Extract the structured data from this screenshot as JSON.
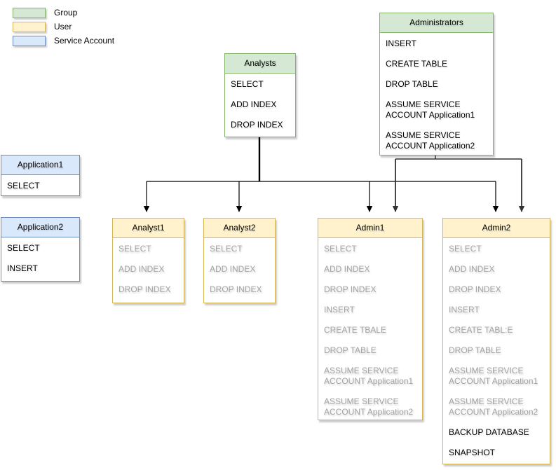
{
  "legend": {
    "items": [
      {
        "label": "Group",
        "fill": "#d5e8d4",
        "border": "#82b366"
      },
      {
        "label": "User",
        "fill": "#fff2cc",
        "border": "#d6b656"
      },
      {
        "label": "Service Account",
        "fill": "#dae8fc",
        "border": "#6c8ebf"
      }
    ]
  },
  "boxes": {
    "analysts": {
      "title": "Analysts",
      "kind": "Group",
      "items": [
        {
          "text": "SELECT"
        },
        {
          "text": "ADD INDEX"
        },
        {
          "text": "DROP INDEX"
        }
      ]
    },
    "administrators": {
      "title": "Administrators",
      "kind": "Group",
      "items": [
        {
          "text": "INSERT"
        },
        {
          "text": "CREATE TABLE"
        },
        {
          "text": "DROP TABLE"
        },
        {
          "text": "ASSUME SERVICE ACCOUNT Application1"
        },
        {
          "text": "ASSUME SERVICE ACCOUNT Application2"
        }
      ]
    },
    "application1": {
      "title": "Application1",
      "kind": "Service Account",
      "items": [
        {
          "text": "SELECT"
        }
      ]
    },
    "application2": {
      "title": "Application2",
      "kind": "Service Account",
      "items": [
        {
          "text": "SELECT"
        },
        {
          "text": "INSERT"
        }
      ]
    },
    "analyst1": {
      "title": "Analyst1",
      "kind": "User",
      "items": [
        {
          "text": "SELECT",
          "muted": true
        },
        {
          "text": "ADD INDEX",
          "muted": true
        },
        {
          "text": "DROP INDEX",
          "muted": true
        }
      ]
    },
    "analyst2": {
      "title": "Analyst2",
      "kind": "User",
      "items": [
        {
          "text": "SELECT",
          "muted": true
        },
        {
          "text": "ADD INDEX",
          "muted": true
        },
        {
          "text": "DROP INDEX",
          "muted": true
        }
      ]
    },
    "admin1": {
      "title": "Admin1",
      "kind": "User",
      "items": [
        {
          "text": "SELECT",
          "muted": true
        },
        {
          "text": "ADD INDEX",
          "muted": true
        },
        {
          "text": "DROP INDEX",
          "muted": true
        },
        {
          "text": "INSERT",
          "muted": true
        },
        {
          "text": "CREATE TBALE",
          "muted": true
        },
        {
          "text": "DROP TABLE",
          "muted": true
        },
        {
          "text": "ASSUME SERVICE ACCOUNT Application1",
          "muted": true
        },
        {
          "text": "ASSUME SERVICE ACCOUNT Application2",
          "muted": true
        }
      ]
    },
    "admin2": {
      "title": "Admin2",
      "kind": "User",
      "items": [
        {
          "text": "SELECT",
          "muted": true
        },
        {
          "text": "ADD INDEX",
          "muted": true
        },
        {
          "text": "DROP INDEX",
          "muted": true
        },
        {
          "text": "INSERT",
          "muted": true
        },
        {
          "text": "CREATE TABL:E",
          "muted": true
        },
        {
          "text": "DROP TABLE",
          "muted": true
        },
        {
          "text": "ASSUME SERVICE ACCOUNT Application1",
          "muted": true
        },
        {
          "text": "ASSUME SERVICE ACCOUNT Application2",
          "muted": true
        },
        {
          "text": "BACKUP DATABASE"
        },
        {
          "text": "SNAPSHOT"
        }
      ]
    }
  },
  "edges": [
    {
      "from": "Analysts",
      "to": "Analyst1"
    },
    {
      "from": "Analysts",
      "to": "Analyst2"
    },
    {
      "from": "Analysts",
      "to": "Admin1"
    },
    {
      "from": "Analysts",
      "to": "Admin2"
    },
    {
      "from": "Administrators",
      "to": "Admin1"
    },
    {
      "from": "Administrators",
      "to": "Admin2"
    }
  ],
  "colors": {
    "text": "#000000",
    "muted_text": "#a4a4a4",
    "edge": "#000000",
    "group_fill": "#d5e8d4",
    "group_border": "#82b366",
    "user_fill": "#fff2cc",
    "user_border": "#d6b656",
    "service_fill": "#dae8fc",
    "service_border": "#6c8ebf"
  }
}
